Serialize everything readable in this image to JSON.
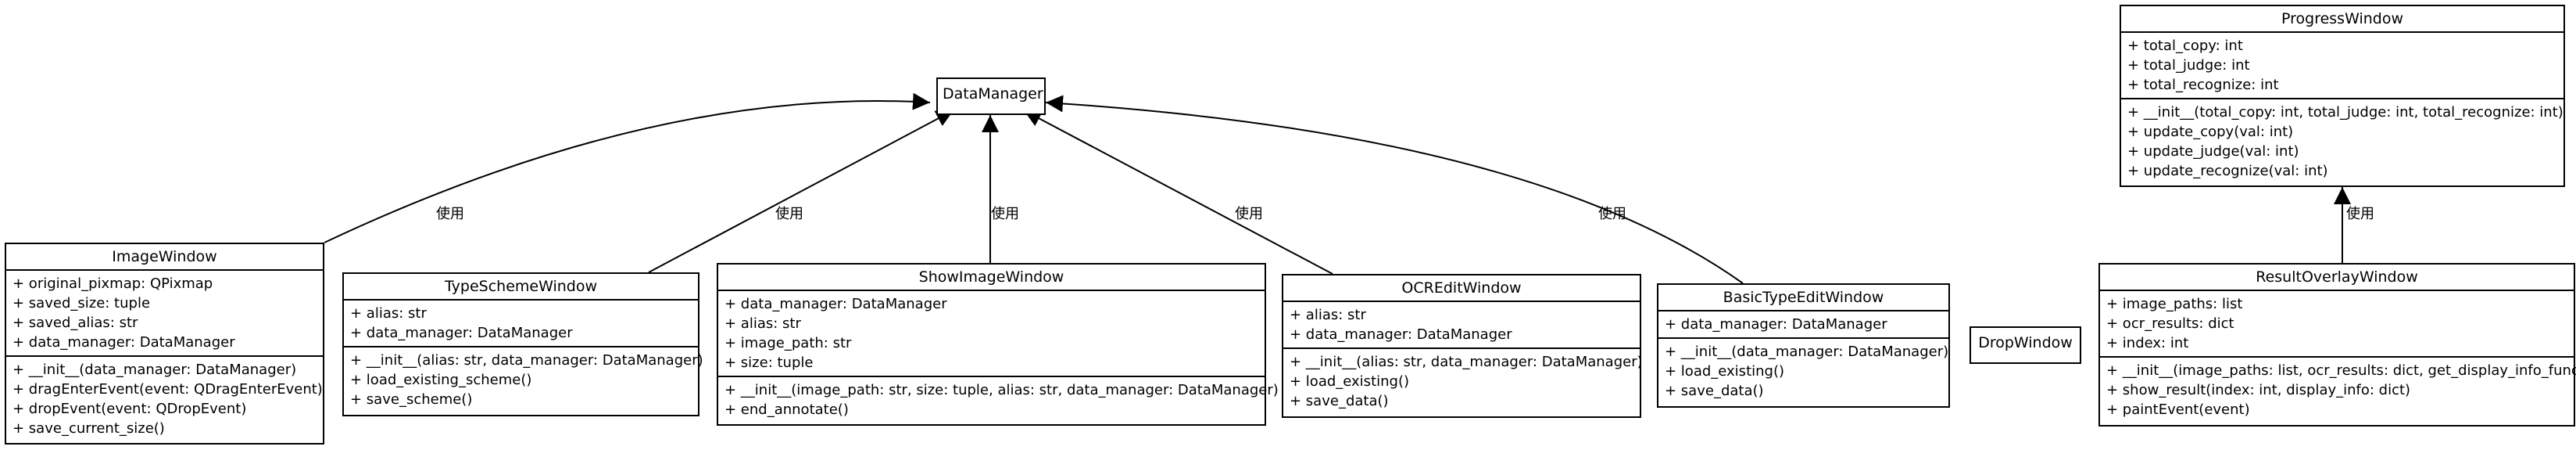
{
  "relation_label": "使用",
  "classes": {
    "data_manager": {
      "name": "DataManager",
      "attributes": [],
      "methods": []
    },
    "progress_window": {
      "name": "ProgressWindow",
      "attributes": [
        "+ total_copy: int",
        "+ total_judge: int",
        "+ total_recognize: int"
      ],
      "methods": [
        "+ __init__(total_copy: int, total_judge: int, total_recognize: int)",
        "+ update_copy(val: int)",
        "+ update_judge(val: int)",
        "+ update_recognize(val: int)"
      ]
    },
    "image_window": {
      "name": "ImageWindow",
      "attributes": [
        "+ original_pixmap: QPixmap",
        "+ saved_size: tuple",
        "+ saved_alias: str",
        "+ data_manager: DataManager"
      ],
      "methods": [
        "+ __init__(data_manager: DataManager)",
        "+ dragEnterEvent(event: QDragEnterEvent)",
        "+ dropEvent(event: QDropEvent)",
        "+ save_current_size()"
      ]
    },
    "type_scheme_window": {
      "name": "TypeSchemeWindow",
      "attributes": [
        "+ alias: str",
        "+ data_manager: DataManager"
      ],
      "methods": [
        "+ __init__(alias: str, data_manager: DataManager)",
        "+ load_existing_scheme()",
        "+ save_scheme()"
      ]
    },
    "show_image_window": {
      "name": "ShowImageWindow",
      "attributes": [
        "+ data_manager: DataManager",
        "+ alias: str",
        "+ image_path: str",
        "+ size: tuple"
      ],
      "methods": [
        "+ __init__(image_path: str, size: tuple, alias: str, data_manager: DataManager)",
        "+ end_annotate()"
      ]
    },
    "ocr_edit_window": {
      "name": "OCREditWindow",
      "attributes": [
        "+ alias: str",
        "+ data_manager: DataManager"
      ],
      "methods": [
        "+ __init__(alias: str, data_manager: DataManager)",
        "+ load_existing()",
        "+ save_data()"
      ]
    },
    "basic_type_edit_window": {
      "name": "BasicTypeEditWindow",
      "attributes": [
        "+ data_manager: DataManager"
      ],
      "methods": [
        "+ __init__(data_manager: DataManager)",
        "+ load_existing()",
        "+ save_data()"
      ]
    },
    "drop_window": {
      "name": "DropWindow",
      "attributes": [],
      "methods": []
    },
    "result_overlay_window": {
      "name": "ResultOverlayWindow",
      "attributes": [
        "+ image_paths: list",
        "+ ocr_results: dict",
        "+ index: int"
      ],
      "methods": [
        "+ __init__(image_paths: list, ocr_results: dict, get_display_info_func)",
        "+ show_result(index: int, display_info: dict)",
        "+ paintEvent(event)"
      ]
    }
  }
}
